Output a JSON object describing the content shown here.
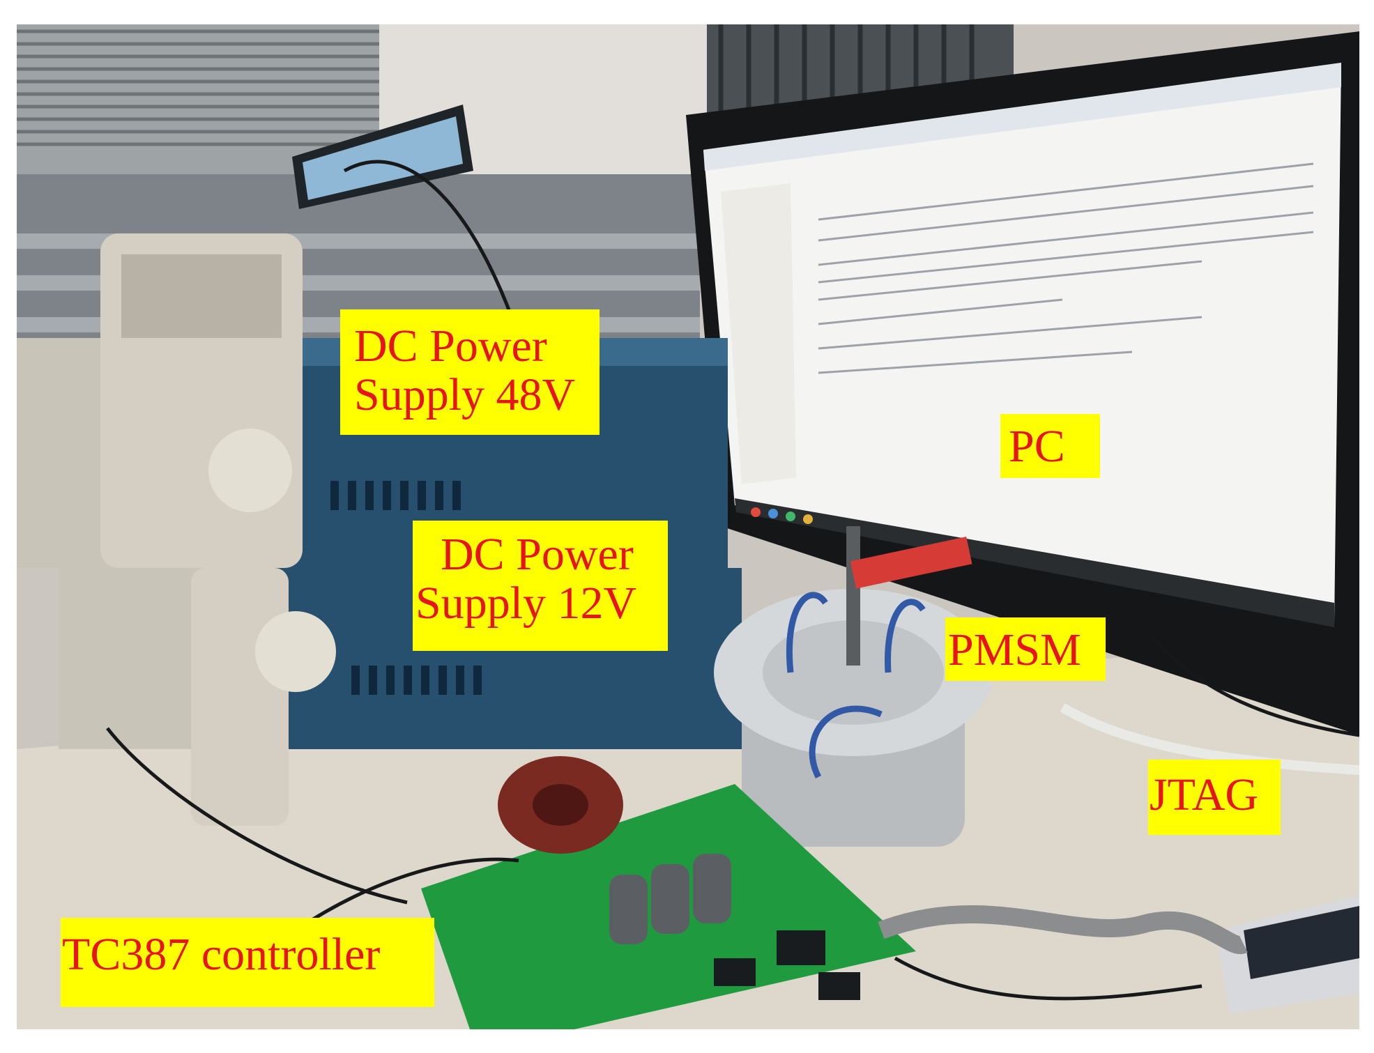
{
  "labels": {
    "power_48v": [
      "DC Power",
      "Supply 48V"
    ],
    "power_12v": [
      "DC Power",
      "Supply 12V"
    ],
    "pc": "PC",
    "pmsm": "PMSM",
    "jtag": "JTAG",
    "controller": "TC387 controller"
  },
  "colors": {
    "label_background": "#ffff00",
    "label_text": "#e8141b",
    "supply_body": "#274f6e",
    "desk": "#ddd7cc",
    "pcb": "#1f9a3e"
  }
}
